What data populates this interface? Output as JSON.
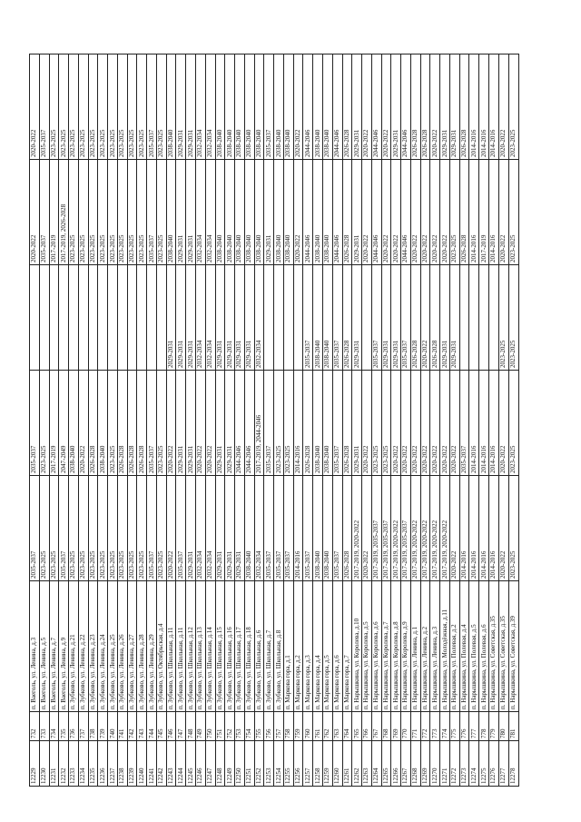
{
  "table": {
    "rows": [
      [
        "12229",
        "732",
        "п. Ваеголь, ул. Ленина, д.3",
        "2035-2037",
        "2035-2037",
        "",
        "2020-2022",
        "2020-2022"
      ],
      [
        "12230",
        "733",
        "п. Ваеголь, ул. Ленина, д.5",
        "2023-2025",
        "2023-2025",
        "",
        "2035-2037",
        "2035-2037"
      ],
      [
        "12231",
        "734",
        "п. Ваеголь, ул. Ленина, д.7",
        "2023-2025",
        "2017-2019",
        "",
        "2017-2019",
        "2023-2025"
      ],
      [
        "12232",
        "735",
        "п. Ваеголь, ул. Ленина, д.9",
        "2035-2037",
        "2047-2049",
        "",
        "2017-2019, 2026-2028",
        "2023-2025"
      ],
      [
        "12233",
        "736",
        "п. Зубково, ул. Ленина, д.21",
        "2023-2025",
        "2038-2040",
        "",
        "2023-2025",
        "2023-2025"
      ],
      [
        "12234",
        "737",
        "п. Зубково, ул. Ленина, д.22",
        "2023-2025",
        "2020-2022",
        "",
        "2023-2025",
        "2023-2025"
      ],
      [
        "12235",
        "738",
        "п. Зубково, ул. Ленина, д.23",
        "2023-2025",
        "2026-2028",
        "",
        "2023-2025",
        "2023-2025"
      ],
      [
        "12236",
        "739",
        "п. Зубково, ул. Ленина, д.24",
        "2023-2025",
        "2038-2040",
        "",
        "2023-2025",
        "2023-2025"
      ],
      [
        "12237",
        "740",
        "п. Зубково, ул. Ленина, д.25",
        "2023-2025",
        "2023-2025",
        "",
        "2023-2025",
        "2023-2025"
      ],
      [
        "12238",
        "741",
        "п. Зубково, ул. Ленина, д.26",
        "2023-2025",
        "2026-2028",
        "",
        "2023-2025",
        "2023-2025"
      ],
      [
        "12239",
        "742",
        "п. Зубково, ул. Ленина, д.27",
        "2023-2025",
        "2026-2028",
        "",
        "2023-2025",
        "2023-2025"
      ],
      [
        "12240",
        "743",
        "п. Зубково, ул. Ленина, д.28",
        "2023-2025",
        "2026-2028",
        "",
        "2023-2025",
        "2023-2025"
      ],
      [
        "12241",
        "744",
        "п. Зубково, ул. Ленина, д.29",
        "2035-2037",
        "2035-2037",
        "",
        "2035-2037",
        "2035-2037"
      ],
      [
        "12242",
        "745",
        "п. Зубково, ул. Октябрьская, д.4",
        "2023-2025",
        "2023-2025",
        "",
        "2023-2025",
        "2023-2025"
      ],
      [
        "12243",
        "746",
        "п. Зубково, ул. Школьная, д.11",
        "2020-2022",
        "2020-2022",
        "2029-2031",
        "2038-2040",
        "2038-2040"
      ],
      [
        "12244",
        "747",
        "п. Зубково, ул. Школьная, д.11",
        "2035-2037",
        "2029-2031",
        "2029-2031",
        "2029-2031",
        "2029-2031"
      ],
      [
        "12245",
        "748",
        "п. Зубково, ул. Школьная, д.12",
        "2029-2031",
        "2029-2031",
        "2029-2031",
        "2029-2031",
        "2029-2031"
      ],
      [
        "12246",
        "749",
        "п. Зубково, ул. Школьная, д.13",
        "2032-2034",
        "2020-2022",
        "2032-2034",
        "2032-2034",
        "2032-2034"
      ],
      [
        "12247",
        "750",
        "п. Зубково, ул. Школьная, д.14",
        "2032-2034",
        "2020-2022",
        "2032-2034",
        "2032-2034",
        "2032-2034"
      ],
      [
        "12248",
        "751",
        "п. Зубково, ул. Школьная, д.15",
        "2029-2031",
        "2029-2031",
        "2029-2031",
        "2038-2040",
        "2038-2040"
      ],
      [
        "12249",
        "752",
        "п. Зубково, ул. Школьная, д.16",
        "2029-2031",
        "2029-2031",
        "2029-2031",
        "2038-2040",
        "2038-2040"
      ],
      [
        "12250",
        "753",
        "п. Зубково, ул. Школьная, д.17",
        "2029-2031",
        "2044-2046",
        "2029-2031",
        "2038-2040",
        "2038-2040"
      ],
      [
        "12251",
        "754",
        "п. Зубково, ул. Школьная, д.18",
        "2038-2040",
        "2044-2046",
        "2029-2031",
        "2038-2040",
        "2038-2040"
      ],
      [
        "12252",
        "755",
        "п. Зубково, ул. Школьная, д.6",
        "2032-2034",
        "2017-2019, 2044-2046",
        "2032-2034",
        "2038-2040",
        "2038-2040"
      ],
      [
        "12253",
        "756",
        "п. Зубково, ул. Школьная, д.7",
        "2035-2037",
        "2035-2037",
        "",
        "2029-2031",
        "2035-2037"
      ],
      [
        "12254",
        "757",
        "п. Зубково, ул. Школьная, д.8",
        "2035-2037",
        "2023-2025",
        "",
        "2038-2040",
        "2038-2040"
      ],
      [
        "12255",
        "758",
        "п. Маркова гора, д.1",
        "2035-2037",
        "2023-2025",
        "",
        "2038-2040",
        "2038-2040"
      ],
      [
        "12256",
        "759",
        "п. Маркова гора, д.2",
        "2014-2016",
        "2014-2016",
        "",
        "2020-2022",
        "2020-2022"
      ],
      [
        "12257",
        "760",
        "п. Маркова гора, д.3",
        "2035-2037",
        "2026-2028",
        "2035-2037",
        "2044-2046",
        "2044-2046"
      ],
      [
        "12258",
        "761",
        "п. Маркова гора, д.4",
        "2038-2040",
        "2038-2040",
        "2038-2040",
        "2038-2040",
        "2038-2040"
      ],
      [
        "12259",
        "762",
        "п. Маркова гора, д.5",
        "2038-2040",
        "2038-2040",
        "2038-2040",
        "2038-2040",
        "2038-2040"
      ],
      [
        "12260",
        "763",
        "п. Маркова гора, д.6",
        "2035-2037",
        "2035-2037",
        "2035-2037",
        "2044-2046",
        "2044-2046"
      ],
      [
        "12261",
        "764",
        "п. Маркова гора, д.7",
        "2026-2028",
        "2026-2028",
        "2026-2028",
        "2026-2028",
        "2026-2028"
      ],
      [
        "12262",
        "765",
        "п. Нарышкина, ул. Королева, д.10",
        "2017-2019, 2020-2022",
        "2029-2031",
        "2029-2031",
        "2029-2031",
        "2029-2031"
      ],
      [
        "12263",
        "766",
        "п. Нарышкина, ул. Королева, д.5",
        "2020-2022",
        "2020-2022",
        "",
        "2020-2022",
        "2020-2022"
      ],
      [
        "12264",
        "767",
        "п. Нарышкина, ул. Королева, д.6",
        "2017-2019, 2035-2037",
        "2023-2025",
        "2035-2037",
        "2044-2046",
        "2044-2046"
      ],
      [
        "12265",
        "768",
        "п. Нарышкина, ул. Королева, д.7",
        "2017-2019, 2035-2037",
        "2023-2025",
        "2029-2031",
        "2020-2022",
        "2020-2022"
      ],
      [
        "12266",
        "769",
        "п. Нарышкина, ул. Королева, д.8",
        "2017-2019, 2020-2022",
        "2020-2022",
        "2029-2031",
        "2020-2022",
        "2029-2031"
      ],
      [
        "12267",
        "770",
        "п. Нарышкина, ул. Королева, д.9",
        "2017-2019, 2035-2037",
        "2020-2022",
        "2035-2037",
        "2044-2046",
        "2044-2046"
      ],
      [
        "12268",
        "771",
        "п. Нарышкина, ул. Ленина, д.1",
        "2017-2019, 2020-2022",
        "2020-2022",
        "2026-2028",
        "2020-2022",
        "2026-2028"
      ],
      [
        "12269",
        "772",
        "п. Нарышкина, ул. Ленина, д.2",
        "2017-2019, 2020-2022",
        "2020-2022",
        "2020-2022",
        "2020-2022",
        "2026-2028"
      ],
      [
        "12270",
        "773",
        "п. Нарышкина, ул. Ленина, д.3",
        "2017-2019, 2020-2022",
        "2020-2022",
        "2026-2028",
        "2020-2022",
        "2020-2022"
      ],
      [
        "12271",
        "774",
        "п. Нарышкина, ул. Молодёжная, д.11",
        "2017-2019, 2020-2022",
        "2020-2022",
        "2029-2031",
        "2020-2022",
        "2029-2031"
      ],
      [
        "12272",
        "775",
        "п. Нарышкина, ул. Полевая, д.2",
        "2020-2022",
        "2020-2022",
        "2029-2031",
        "2023-2025",
        "2029-2031"
      ],
      [
        "12273",
        "776",
        "п. Нарышкина, ул. Полевая, д.4",
        "2014-2016",
        "2035-2037",
        "",
        "2026-2028",
        "2026-2028"
      ],
      [
        "12274",
        "777",
        "п. Нарышкина, ул. Полевая, д.5",
        "2014-2016",
        "2014-2016",
        "",
        "2014-2016",
        "2014-2016"
      ],
      [
        "12275",
        "778",
        "п. Нарышкина, ул. Полевая, д.6",
        "2014-2016",
        "2014-2016",
        "",
        "2017-2019",
        "2014-2016"
      ],
      [
        "12276",
        "779",
        "п. Нарышкина, ул. Советская, д.35",
        "2014-2016",
        "2014-2016",
        "",
        "2014-2016",
        "2014-2016"
      ],
      [
        "12277",
        "780",
        "п. Нарышкина, ул. Советская, д.35",
        "2020-2022",
        "2020-2022",
        "2023-2025",
        "2020-2022",
        "2020-2022"
      ],
      [
        "12278",
        "781",
        "п. Нарышкина, ул. Советская, д.39",
        "2023-2025",
        "2023-2025",
        "2023-2025",
        "2023-2025",
        "2023-2025"
      ]
    ]
  }
}
